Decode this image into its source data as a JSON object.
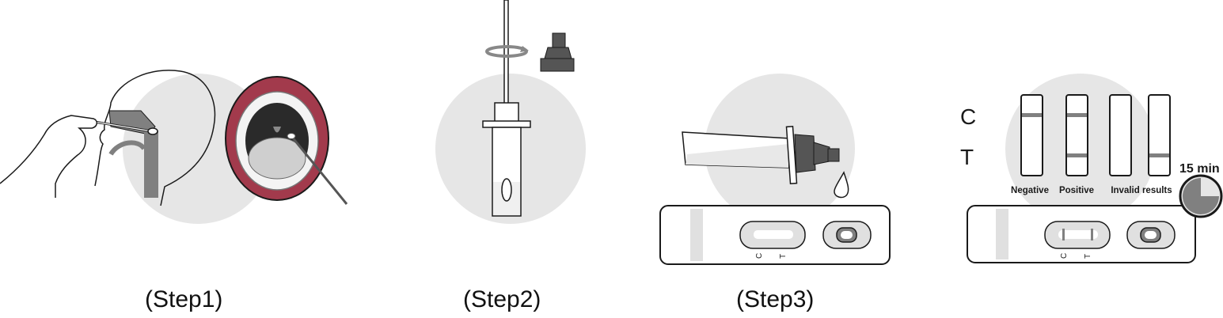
{
  "steps": [
    {
      "label": "(Step1)"
    },
    {
      "label": "(Step2)"
    },
    {
      "label": "(Step3)"
    }
  ],
  "result_panel": {
    "line_c": "C",
    "line_t": "T",
    "timer": "15 min",
    "results": [
      {
        "label": "Negative",
        "control_line": true,
        "test_line": false
      },
      {
        "label": "Positive",
        "control_line": true,
        "test_line": true
      },
      {
        "label": "Invalid results",
        "control_line": false,
        "test_line": false
      },
      {
        "label": "",
        "control_line": false,
        "test_line": true
      }
    ]
  },
  "cassette": {
    "c_mark": "C",
    "t_mark": "T"
  },
  "timer_fraction": 0.75,
  "colors": {
    "circle_bg": "#e6e6e6",
    "outline": "#1a1a1a",
    "line_mark": "#808080",
    "dark_part": "#555555",
    "mouth_red": "#a23a4c",
    "tongue": "#cfcfcf"
  }
}
